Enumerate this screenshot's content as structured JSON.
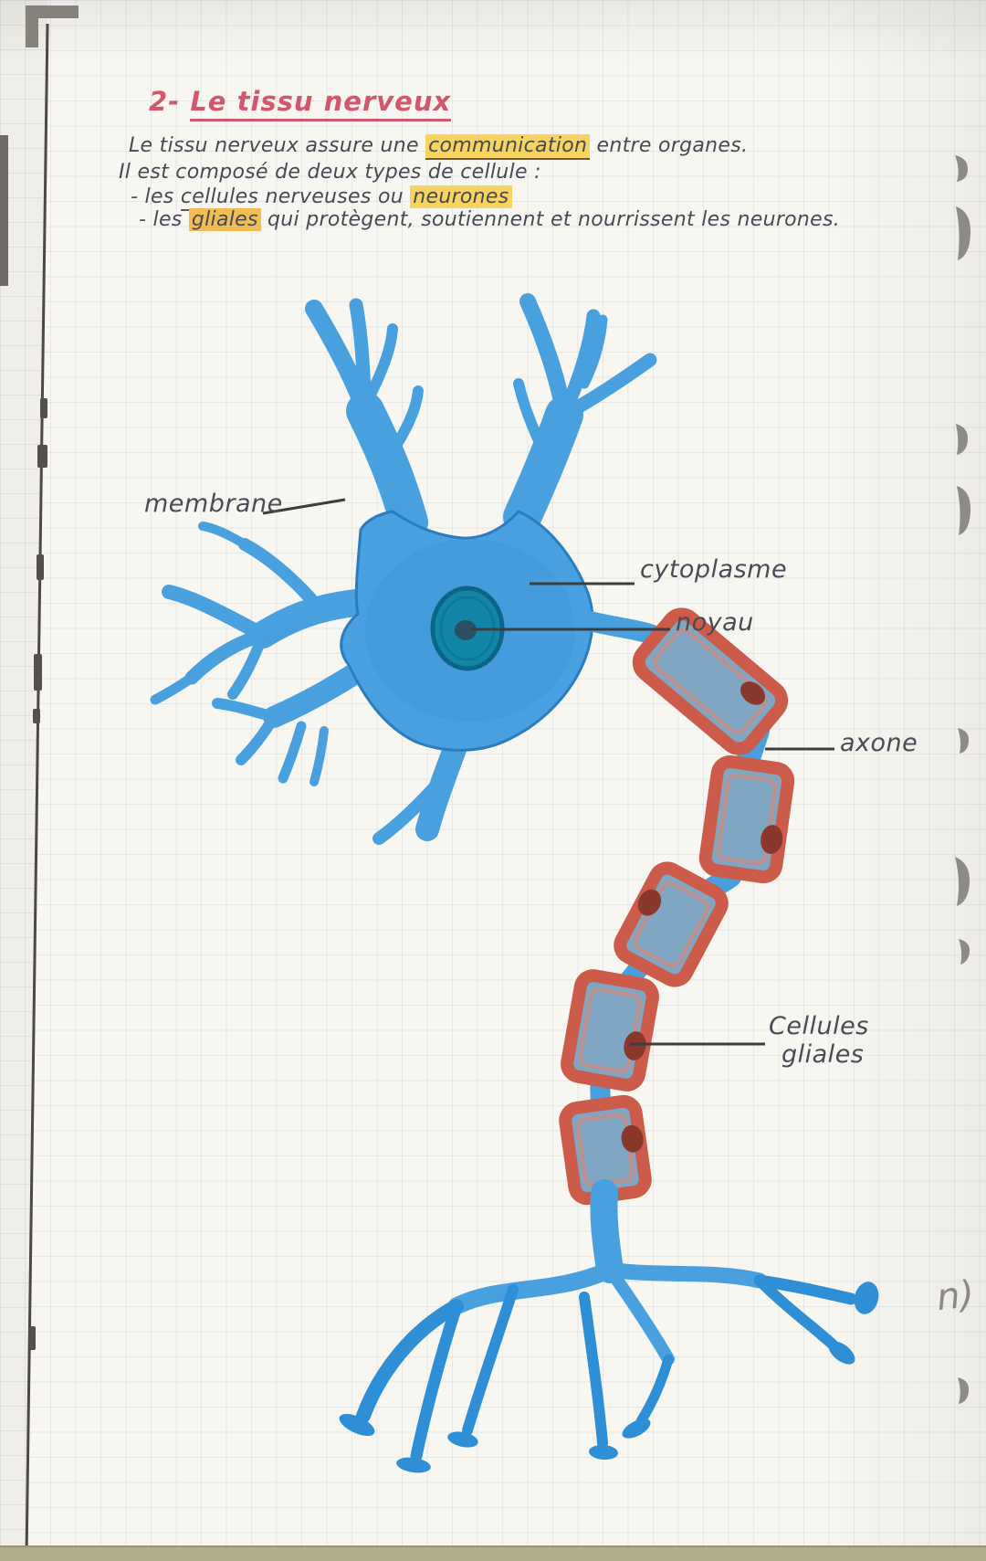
{
  "title": {
    "number": "2-",
    "text": "Le tissu nerveux"
  },
  "notes": {
    "line1_pre": "Le tissu nerveux assure une ",
    "line1_highlight": "communication",
    "line1_post": " entre organes.",
    "line2": "Il est composé de deux types de cellule :",
    "bullet": "-",
    "line3_a": "les ",
    "line3_underlined": "cellules",
    "line3_b": " nerveuses ou ",
    "line3_highlight": "neurones",
    "line4_a": "les ",
    "line4_highlight": "gliales",
    "line4_b": " qui protègent, soutiennent et nourrissent les neurones."
  },
  "diagram": {
    "labels": {
      "membrane": "membrane",
      "cytoplasme": "cytoplasme",
      "noyau": "noyau",
      "axone": "axone",
      "cellules_gliales_1": "Cellules",
      "cellules_gliales_2": "gliales"
    }
  },
  "edge_note": "n)",
  "colors": {
    "title_red": "#d4566c",
    "highlight_yellow": "#f6d45f",
    "highlight_orange": "#f2bd55",
    "ink": "#474a54",
    "neuron_blue": "#49a0df",
    "nucleus_teal": "#1286a8",
    "myelin_red": "#cd5b49",
    "myelin_fill": "#7fa7c3",
    "paper": "#f7f6f1"
  }
}
